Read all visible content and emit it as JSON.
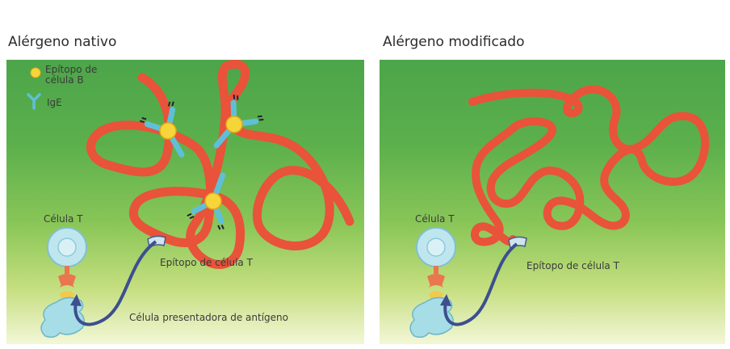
{
  "panels": {
    "left": {
      "title": "Alérgeno nativo",
      "legend": {
        "epitope_b": "Epítopo de\ncélula B",
        "ige": "IgE"
      },
      "labels": {
        "t_cell": "Célula T",
        "t_epitope": "Epítopo de célula T",
        "apc": "Célula presentadora de antígeno"
      }
    },
    "right": {
      "title": "Alérgeno modificado",
      "labels": {
        "t_cell": "Célula T",
        "t_epitope": "Epítopo de célula T"
      }
    }
  },
  "colors": {
    "allergen_chain": "#e8533a",
    "ige": "#5ec0d8",
    "epitope_b": "#f6d53a",
    "t_cell": "#bfe6ef",
    "apc": "#a7dde6",
    "arrow": "#3d4f8f",
    "tcr": "#e9764e",
    "mhc": "#f2c94c"
  }
}
